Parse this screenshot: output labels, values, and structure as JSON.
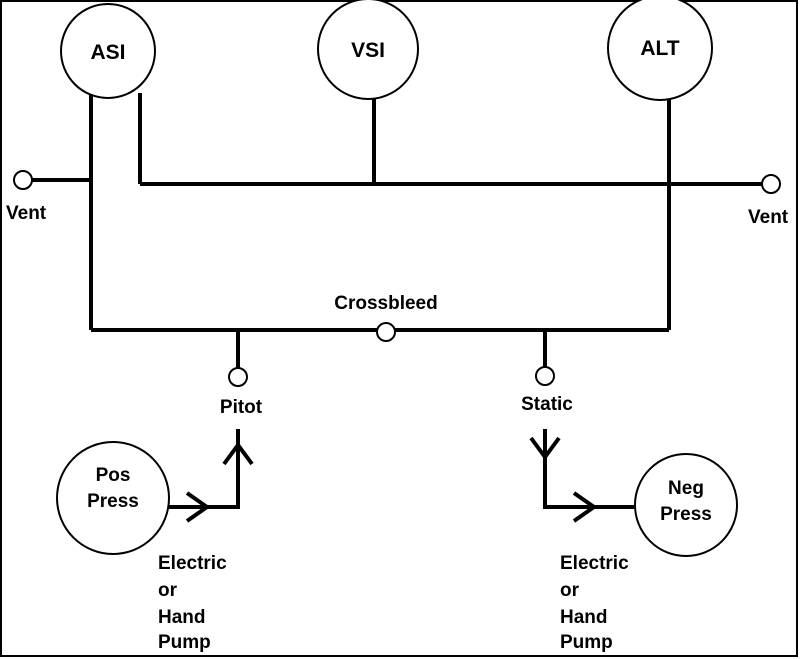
{
  "gauges": {
    "asi": "ASI",
    "vsi": "VSI",
    "alt": "ALT"
  },
  "labels": {
    "vent_left": "Vent",
    "vent_right": "Vent",
    "crossbleed": "Crossbleed",
    "pitot": "Pitot",
    "static": "Static"
  },
  "pos_press": [
    "Pos",
    "Press"
  ],
  "neg_press": [
    "Neg",
    "Press"
  ],
  "pump_left": [
    "Electric",
    "or",
    "Hand",
    "Pump"
  ],
  "pump_right": [
    "Electric",
    "or",
    "Hand",
    "Pump"
  ]
}
